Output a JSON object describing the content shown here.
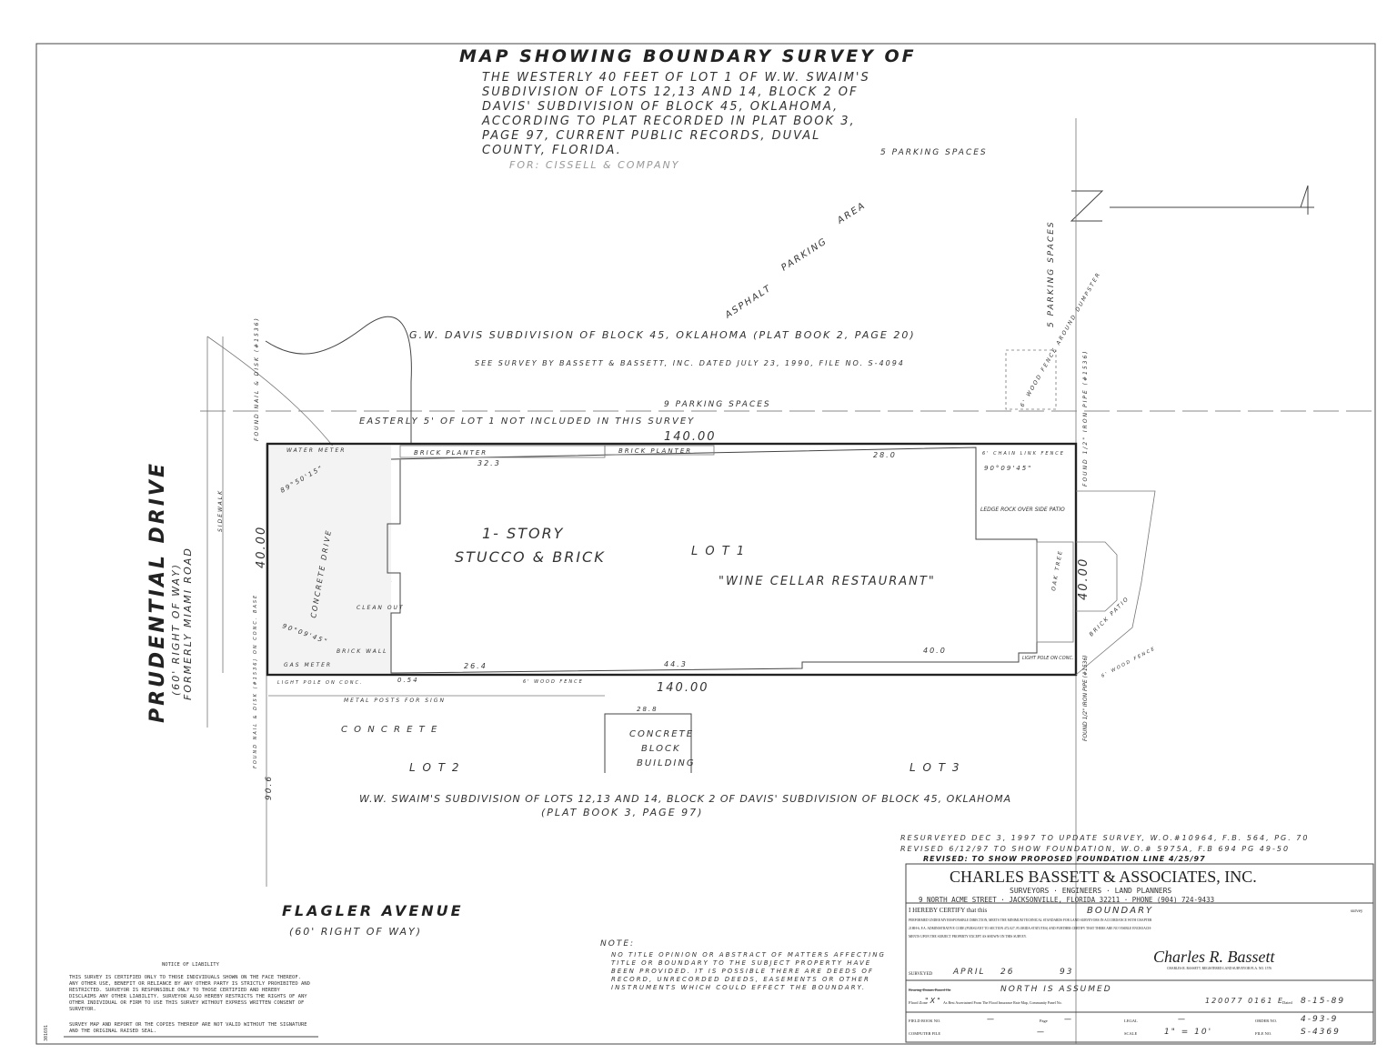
{
  "title": {
    "heading": "MAP SHOWING BOUNDARY SURVEY OF",
    "lines": [
      "THE WESTERLY 40 FEET OF LOT 1 OF W.W. SWAIM'S",
      "SUBDIVISION OF LOTS 12,13 AND 14, BLOCK 2 OF",
      "DAVIS' SUBDIVISION OF BLOCK 45, OKLAHOMA,",
      "ACCORDING TO PLAT RECORDED IN PLAT BOOK 3,",
      "PAGE 97, CURRENT PUBLIC RECORDS, DUVAL",
      "COUNTY, FLORIDA."
    ],
    "client": "FOR: CISSELL & COMPANY"
  },
  "plan": {
    "parking_top": "5 PARKING SPACES",
    "parking_right": "5 PARKING SPACES",
    "asphalt": [
      "ASPHALT",
      "PARKING",
      "AREA"
    ],
    "north_subdivision": "G.W. DAVIS SUBDIVISION OF BLOCK 45, OKLAHOMA (PLAT BOOK 2, PAGE 20)",
    "see_survey": "SEE SURVEY BY BASSETT & BASSETT, INC. DATED JULY 23, 1990, FILE NO. S-4094",
    "parking_middle": "9 PARKING SPACES",
    "easterly_note": "EASTERLY 5' OF LOT 1 NOT INCLUDED IN THIS SURVEY",
    "dim_top": "140.00",
    "dim_bottom": "140.00",
    "dim_left": "40.00",
    "dim_right": "40.00",
    "brick_planter_1": "BRICK PLANTER",
    "brick_planter_2": "BRICK PLANTER",
    "dim_323": "32.3",
    "dim_280": "28.0",
    "dim_264": "26.4",
    "dim_443": "44.3",
    "dim_400": "40.0",
    "building_story": "1- STORY",
    "building_material": "STUCCO & BRICK",
    "restaurant": "\"WINE CELLAR RESTAURANT\"",
    "lot1": "L O T   1",
    "water_meter": "WATER METER",
    "angle_1": "89°50'15\"",
    "angle_2": "90°09'45\"",
    "angle_3": "90°09'45\"",
    "concrete_drive": "CONCRETE DRIVE",
    "clean_out": "CLEAN OUT",
    "brick_wall": "BRICK WALL",
    "gas_meter": "GAS METER",
    "light_pole_left": "LIGHT POLE ON CONC.",
    "metal_posts": "METAL POSTS FOR SIGN",
    "dim_054": "0.54",
    "wood_fence": "6' WOOD FENCE",
    "found_nail_top": "FOUND NAIL & DISK (#1536)",
    "found_nail_bottom": "FOUND NAIL & DISK (#1536) ON CONC. BASE",
    "sidewalk": "SIDEWALK",
    "wood_fence_dumpster": "6' WOOD FENCE AROUND DUMPSTER",
    "chain_link": "6' CHAIN LINK FENCE",
    "ledge_rock": "LEDGE ROCK OVER SIDE PATIO",
    "found_pipe_top": "FOUND 1/2\" IRON PIPE (#1536)",
    "found_pipe_bottom": "FOUND 1/2\" IRON PIPE (#1536)",
    "brick_patio": "BRICK PATIO",
    "oak_tree": "OAK TREE",
    "light_pole_right": "LIGHT POLE ON CONC.",
    "wood_fence_right": "6' WOOD FENCE",
    "concrete": "C O N C R E T E",
    "block_building": [
      "CONCRETE",
      "BLOCK",
      "BUILDING"
    ],
    "dim_288": "28.8",
    "lot2": "L O T   2",
    "lot3": "L O T   3",
    "south_subdivision": "W.W. SWAIM'S SUBDIVISION OF LOTS 12,13 AND 14, BLOCK 2 OF DAVIS' SUBDIVISION OF BLOCK 45, OKLAHOMA",
    "south_plat": "(PLAT BOOK 3, PAGE 97)",
    "street_west": "PRUDENTIAL DRIVE",
    "street_west_row": "(60' RIGHT OF WAY)",
    "street_west_former": "FORMERLY MIAMI ROAD",
    "street_south": "FLAGLER AVENUE",
    "street_south_row": "(60' RIGHT OF WAY)",
    "dim_906": "90.6"
  },
  "note": {
    "heading": "NOTE:",
    "lines": [
      "NO TITLE OPINION OR ABSTRACT OF MATTERS AFFECTING",
      "TITLE OR BOUNDARY TO THE SUBJECT PROPERTY HAVE",
      "BEEN PROVIDED. IT IS POSSIBLE THERE ARE DEEDS OF",
      "RECORD, UNRECORDED DEEDS, EASEMENTS OR OTHER",
      "INSTRUMENTS WHICH COULD EFFECT THE BOUNDARY."
    ]
  },
  "liability": {
    "heading": "NOTICE OF LIABILITY",
    "lines": [
      "THIS SURVEY IS CERTIFIED ONLY TO THOSE INDIVIDUALS SHOWN ON THE FACE THEREOF.",
      "ANY OTHER USE, BENEFIT OR RELIANCE BY ANY OTHER PARTY IS STRICTLY PROHIBITED AND",
      "RESTRICTED.   SURVEYOR IS RESPONSIBLE ONLY TO THOSE CERTIFIED AND HEREBY",
      "DISCLAIMS ANY OTHER LIABILITY.  SURVEYOR ALSO HEREBY RESTRICTS THE RIGHTS OF ANY",
      "OTHER INDIVIDUAL OR FIRM TO USE THIS SURVEY WITHOUT EXPRESS WRITTEN CONSENT OF",
      "SURVEYOR."
    ],
    "seal_note": [
      "SURVEY MAP AND REPORT OR THE COPIES THEREOF ARE NOT VALID WITHOUT THE SIGNATURE",
      "AND THE ORIGINAL RAISED SEAL."
    ]
  },
  "revisions": [
    "RESURVEYED DEC 3, 1997 TO UPDATE SURVEY, W.O.#10964, F.B. 564, PG. 70",
    "REVISED 6/12/97 TO SHOW FOUNDATION, W.O.# 5975A, F.B 694 PG 49-50",
    "REVISED: TO SHOW PROPOSED FOUNDATION LINE 4/25/97"
  ],
  "title_block": {
    "company": "CHARLES BASSETT & ASSOCIATES, INC.",
    "services": "SURVEYORS · ENGINEERS · LAND PLANNERS",
    "address": "9 NORTH ACME STREET · JACKSONVILLE, FLORIDA 32211 · PHONE (904) 724-9433",
    "certify_prefix": "I HEREBY CERTIFY that this",
    "survey_type": "BOUNDARY",
    "certify_suffix": "survey",
    "certify_text": [
      "PERFORMED UNDER MY RESPONSIBLE DIRECTION, MEETS THE MINIMUM TECHNICAL STANDARDS FOR LAND SURVEYORS IN ACCORDANCE WITH CHAPTER",
      "21HH-6, F.A. ADMINISTRATIVE CODE (PURSUANT TO SECTION 472.027, FLORIDA STATUTES) AND FURTHER CERTIFY THAT THERE ARE NO VISIBLE ENCROACH-",
      "MENTS UPON THE SUBJECT PROPERTY EXCEPT AS SHOWN ON THIS SURVEY."
    ],
    "signature": "Charles R. Bassett",
    "registration": "CHARLES R. BASSETT, REGISTERED LAND SURVEYOR FLA. NO. 1576",
    "surveyed_label": "SURVEYED",
    "surveyed_month": "APRIL",
    "surveyed_day": "26",
    "surveyed_year": "93",
    "bearing_label": "Bearing Datum Based On",
    "bearing_value": "NORTH IS ASSUMED",
    "flood_zone_label": "Flood Zone",
    "flood_zone": "\"X\"",
    "flood_text": "As Best Ascertained From The Flood Insurance Rate Map, Community Panel No.",
    "panel_no": "120077 0161 E",
    "dated_label": "Dated",
    "dated": "8-15-89",
    "field_book_label": "FIELD BOOK NO.",
    "field_book": "—",
    "page_label": "Page",
    "page": "—",
    "legal_label": "LEGAL",
    "legal": "—",
    "order_label": "ORDER NO.",
    "order": "4-93-9",
    "computer_label": "COMPUTER FILE",
    "computer": "—",
    "scale_label": "SCALE",
    "scale": "1\" = 10'",
    "file_label": "FILE NO.",
    "file": "S-4369"
  },
  "margin_id": "301691"
}
